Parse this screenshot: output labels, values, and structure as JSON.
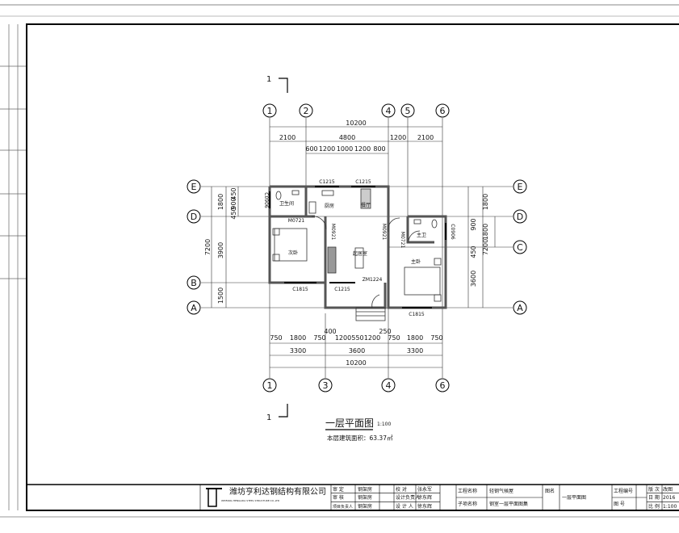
{
  "drawing": {
    "title": "一层平面图",
    "scale": "1:100",
    "area_note": "本层建筑面积：63.37㎡",
    "section_mark": "1"
  },
  "axes": {
    "top": [
      "1",
      "2",
      "4",
      "5",
      "6"
    ],
    "bottom": [
      "1",
      "3",
      "4",
      "6"
    ],
    "left": [
      "E",
      "D",
      "B",
      "A"
    ],
    "right": [
      "E",
      "D",
      "C",
      "A"
    ]
  },
  "dims": {
    "top_total": "10200",
    "top_mid": [
      "2100",
      "4800",
      "1200",
      "2100"
    ],
    "top_inner": [
      "600",
      "1200",
      "1000",
      "1200",
      "800"
    ],
    "bottom_inner": [
      "750",
      "1800",
      "750",
      "400",
      "1200",
      "550",
      "1200",
      "250",
      "750",
      "1800",
      "750"
    ],
    "bottom_mid": [
      "3300",
      "3600",
      "3300"
    ],
    "bottom_total": "10200",
    "left_inner": [
      "1800",
      "450",
      "900",
      "450"
    ],
    "left_mid": [
      "3900",
      "1500"
    ],
    "left_total": "7200",
    "right_inner": [
      "1800",
      "900",
      "1800",
      "450"
    ],
    "right_mid": [
      "3600"
    ],
    "right_total": "7200"
  },
  "rooms": [
    "卫生间",
    "厨房",
    "餐厅",
    "次卧",
    "起居室",
    "主卫",
    "主卧"
  ],
  "openings": [
    "C1215",
    "C1215",
    "C0906",
    "M0721",
    "M0921",
    "M0921",
    "M0721",
    "C0906",
    "C1815",
    "C1215",
    "ZM1224",
    "C1815"
  ],
  "title_block": {
    "company": "潍坊亨利达钢结构有限公司",
    "company_sub": "WEIFANG HENGLIDA STEEL STRUCTURE CO.,LTD",
    "rows": [
      [
        "审 定",
        "钢架房",
        "校 对",
        "张永军"
      ],
      [
        "审 核",
        "钢架房",
        "设计负责人",
        "徐东辉"
      ],
      [
        "项目负责人",
        "钢架房",
        "设 计 人",
        "徐东辉"
      ]
    ],
    "project_label": "工程名称",
    "project": "轻钢气候屋",
    "item_label": "子项名称",
    "item": "钢室一层平面图集",
    "drawing_label": "图名",
    "drawing_name": "一层平面图",
    "right_labels": [
      "工程编号",
      "图 号"
    ],
    "far_labels": [
      "版 次",
      "日 期",
      "比 例"
    ],
    "far_values": [
      "改图",
      "2016",
      "1:100"
    ]
  }
}
